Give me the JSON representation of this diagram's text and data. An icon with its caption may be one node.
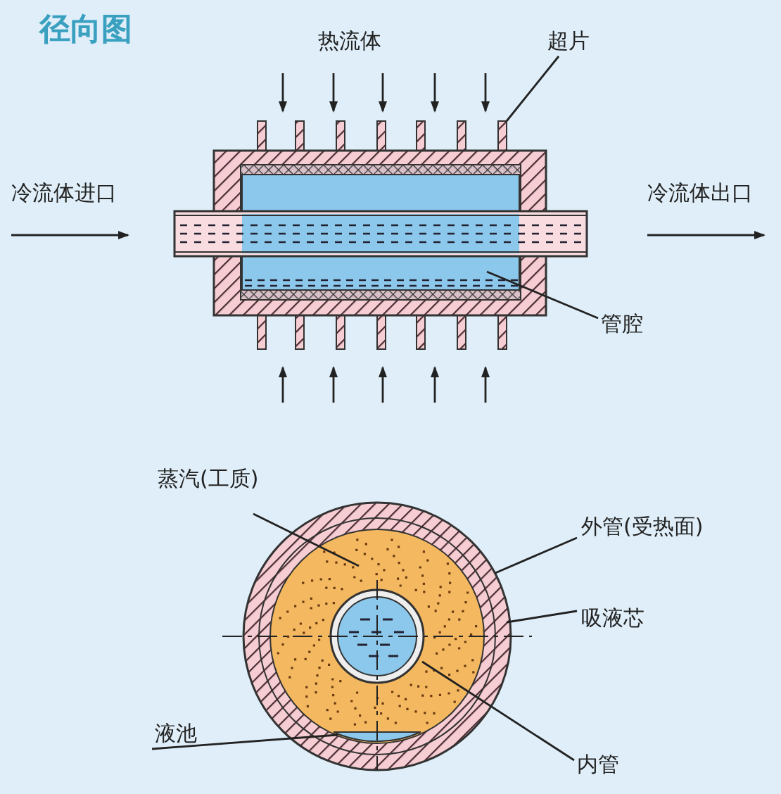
{
  "diagram": {
    "title": "径向图",
    "nodes": [
      {
        "text": [
          "超片"
        ]
      },
      {
        "text": [
          "管腔"
        ]
      },
      {
        "text": [
          "蒸汽(工质)"
        ]
      },
      {
        "text": [
          "外管(受热面)"
        ]
      },
      {
        "text": [
          "吸液芯"
        ]
      },
      {
        "text": [
          "液池"
        ]
      },
      {
        "text": [
          "内管"
        ]
      }
    ],
    "edges": [
      {
        "from": 0,
        "to": null,
        "arrow": "none"
      },
      {
        "from": 1,
        "to": null,
        "arrow": "none"
      },
      {
        "from": 2,
        "to": null,
        "arrow": "none"
      },
      {
        "from": 3,
        "to": null,
        "arrow": "none"
      },
      {
        "from": 4,
        "to": null,
        "arrow": "none"
      },
      {
        "from": 5,
        "to": null,
        "arrow": "none"
      },
      {
        "from": 6,
        "to": null,
        "arrow": "none"
      }
    ],
    "labels": [
      "热流体",
      "冷流体进口",
      "冷流体出口"
    ]
  }
}
